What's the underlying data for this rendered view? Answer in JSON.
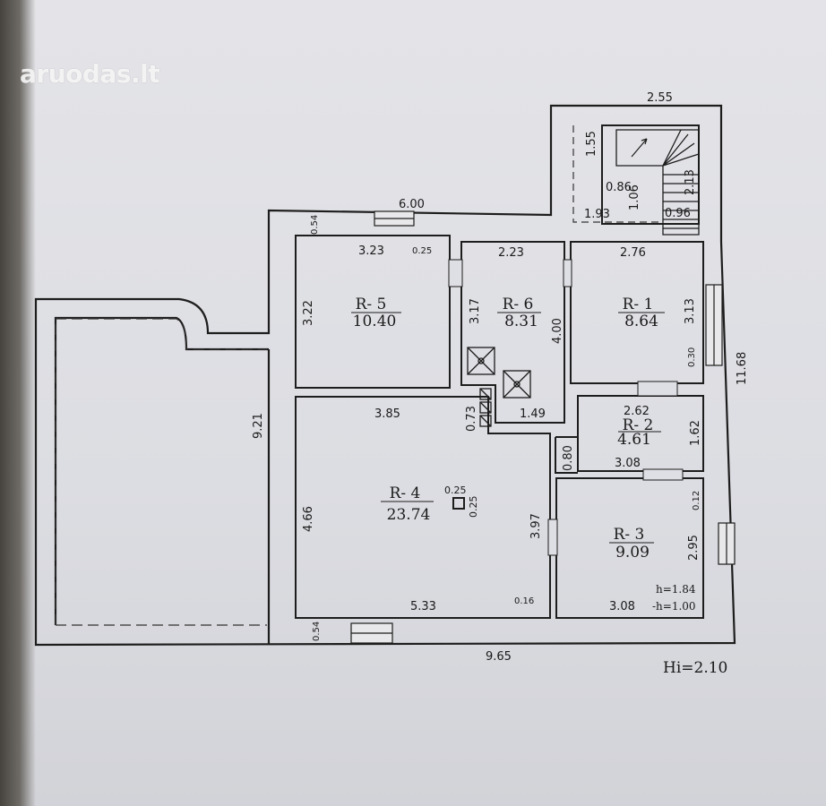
{
  "watermark": "aruodas.lt",
  "height_note": "Hi=2.10",
  "rooms": [
    {
      "id": "R- 5",
      "area": "10.40"
    },
    {
      "id": "R- 6",
      "area": "8.31"
    },
    {
      "id": "R- 1",
      "area": "8.64"
    },
    {
      "id": "R- 2",
      "area": "4.61"
    },
    {
      "id": "R- 4",
      "area": "23.74"
    },
    {
      "id": "R- 3",
      "area": "9.09"
    }
  ],
  "r3_heights": {
    "h": "h=1.84",
    "minus_h": "-h=1.00"
  },
  "dimensions": {
    "stair_top": "2.55",
    "stair_155": "1.55",
    "stair_086": "0.86",
    "stair_193": "1.93",
    "stair_106": "1.06",
    "stair_213": "2.13",
    "stair_096": "0.96",
    "top_600": "6.00",
    "wall_054_top": "0.54",
    "r5_323": "3.23",
    "door_025": "0.25",
    "r6_223": "2.23",
    "r1_276": "2.76",
    "r5_322": "3.22",
    "r6_317": "3.17",
    "r6_400": "4.00",
    "r1_313": "3.13",
    "r1_030": "0.30",
    "right_1168": "11.68",
    "r6_149": "1.49",
    "r4_385": "3.85",
    "r4_073": "0.73",
    "r2_262": "2.62",
    "r2_162": "1.62",
    "r2_080": "0.80",
    "r2_308": "3.08",
    "left_921": "9.21",
    "r4_466": "4.66",
    "r4_col_025a": "0.25",
    "r4_col_025b": "0.25",
    "r4_397": "3.97",
    "r3_012": "0.12",
    "r3_295": "2.95",
    "r4_533": "5.33",
    "r4_016": "0.16",
    "r3_308": "3.08",
    "wall_054_bottom": "0.54",
    "bottom_965": "9.65"
  },
  "icons": [
    "chimney-icon",
    "ventilation-shaft-icon",
    "column-icon",
    "stair-arrow-icon"
  ]
}
